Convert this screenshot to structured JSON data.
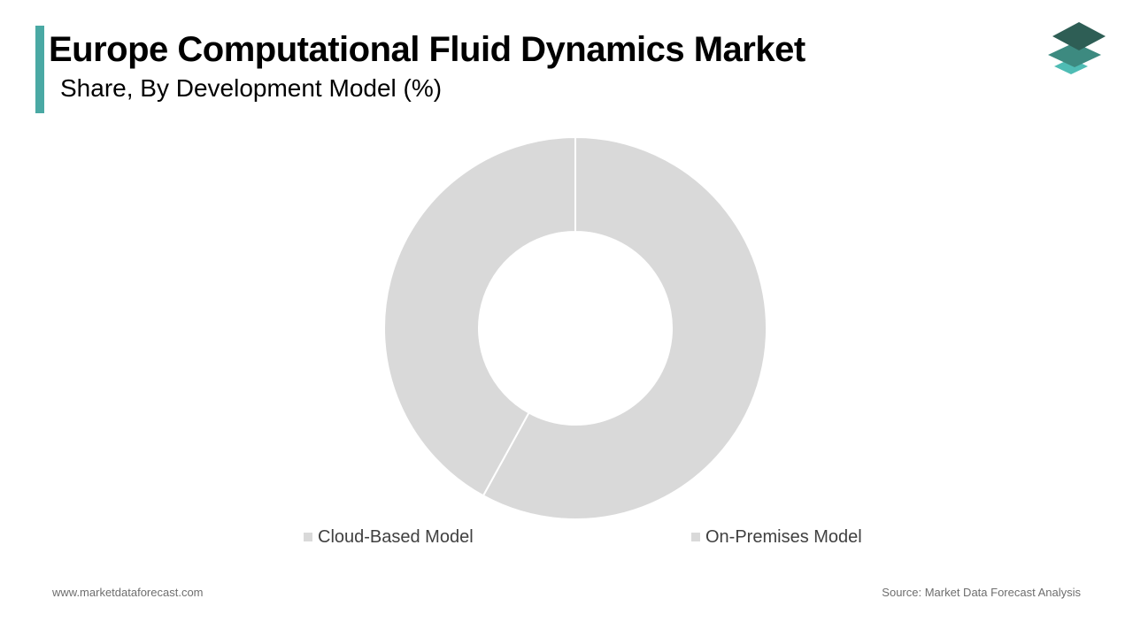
{
  "header": {
    "title": "Europe Computational Fluid Dynamics Market",
    "subtitle": "Share, By Development Model (%)"
  },
  "colors": {
    "accent": "#4aa9a4",
    "slice": "#d9d9d9",
    "slice_border": "#ffffff",
    "logo_top": "#2e5e55",
    "logo_middle": "#3d8a80",
    "logo_bottom": "#4fbcb4"
  },
  "icons": {
    "brand_logo": "stacked-layers-icon"
  },
  "chart_data": {
    "type": "pie",
    "subtype": "donut",
    "categories": [
      "Cloud-Based Model",
      "On-Premises Model"
    ],
    "values": [
      42,
      58
    ],
    "data_labels": false,
    "legend": "bottom"
  },
  "footer": {
    "website": "www.marketdataforecast.com",
    "source": "Source: Market Data Forecast Analysis"
  }
}
